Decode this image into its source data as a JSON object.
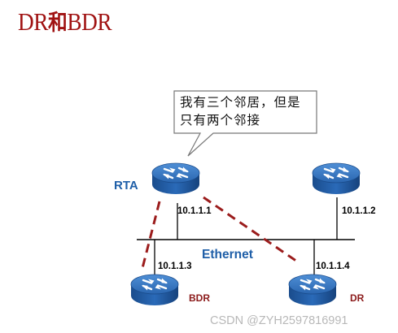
{
  "title": {
    "latin_left": "DR",
    "han": "和",
    "latin_right": "BDR"
  },
  "callout": {
    "line1": "我有三个邻居，但是",
    "line2": "只有两个邻接"
  },
  "routers": {
    "rta": {
      "name": "RTA",
      "ip": "10.1.1.1"
    },
    "r2": {
      "ip": "10.1.1.2"
    },
    "bdr": {
      "ip": "10.1.1.3",
      "role": "BDR"
    },
    "dr": {
      "ip": "10.1.1.4",
      "role": "DR"
    }
  },
  "segment_label": "Ethernet",
  "watermark": "CSDN @ZYH2597816991",
  "colors": {
    "title": "#a01212",
    "adjacency_line": "#9b1c1c",
    "router_body": "#1f5fa8",
    "label_blue": "#1f5fa8",
    "role_label": "#8b1a1a"
  }
}
